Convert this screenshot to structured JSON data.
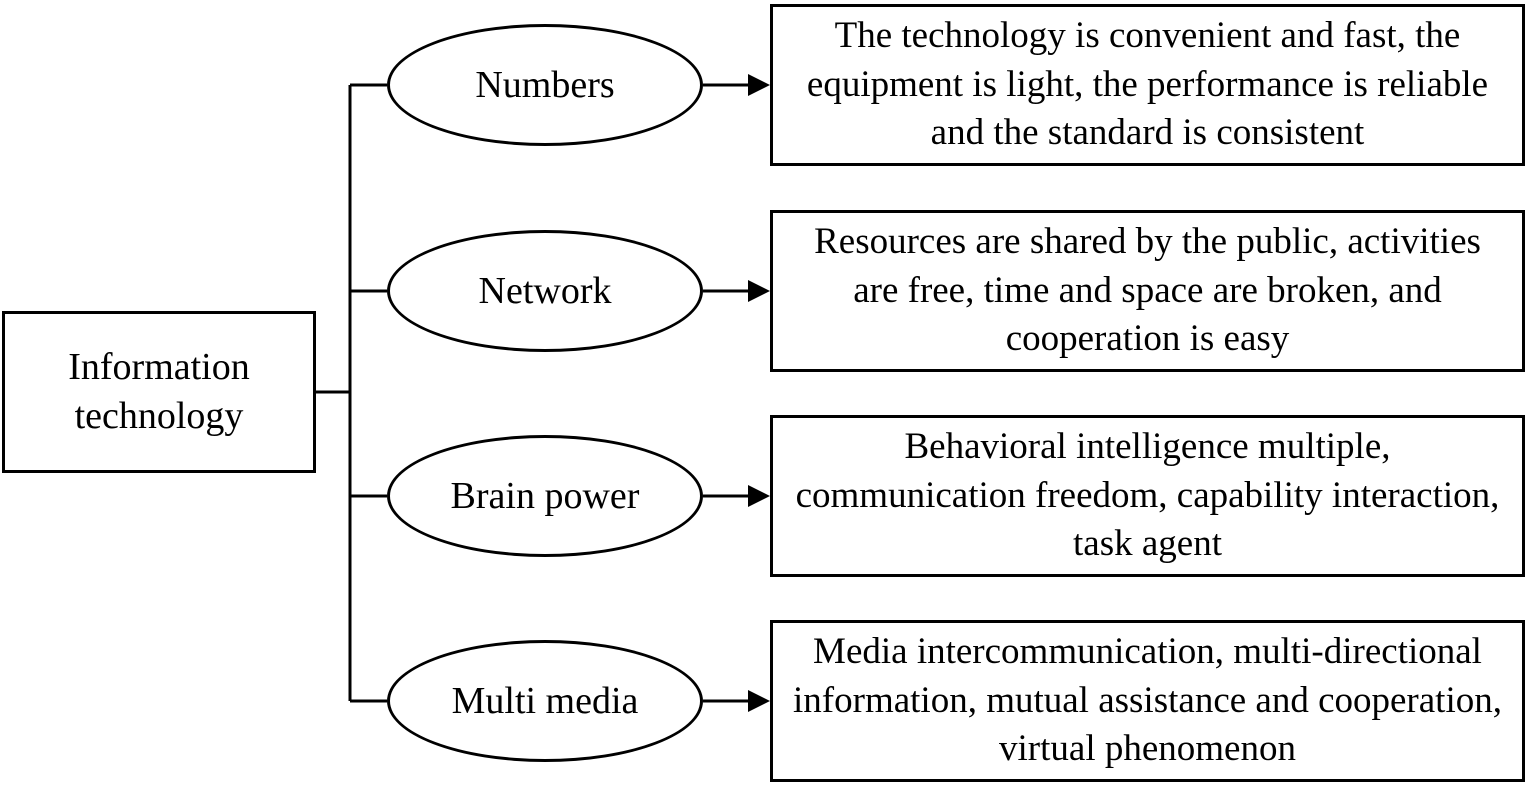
{
  "diagram": {
    "root": {
      "label": "Information technology"
    },
    "branches": [
      {
        "label": "Numbers",
        "description": "The technology is convenient and fast, the equipment is light, the performance is reliable and the standard is consistent"
      },
      {
        "label": "Network",
        "description": "Resources are shared by the public, activities are free, time and space are broken, and cooperation is easy"
      },
      {
        "label": "Brain power",
        "description": "Behavioral intelligence multiple, communication freedom, capability interaction, task agent"
      },
      {
        "label": "Multi media",
        "description": "Media intercommunication, multi-directional information, mutual assistance and cooperation, virtual phenomenon"
      }
    ],
    "colors": {
      "stroke": "#000000",
      "background": "#ffffff",
      "text": "#000000"
    }
  }
}
